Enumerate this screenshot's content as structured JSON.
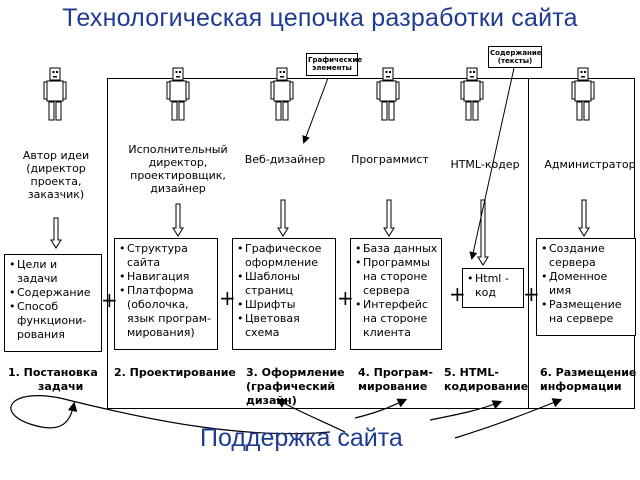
{
  "title": "Технологическая цепочка разработки сайта",
  "roles": [
    {
      "lines": [
        "Автор идеи",
        "(директор",
        "проекта,",
        "заказчик)"
      ]
    },
    {
      "lines": [
        "Исполнительный",
        "директор,",
        "проектировщик,",
        "дизайнер"
      ]
    },
    {
      "lines": [
        "Веб-дизайнер"
      ]
    },
    {
      "lines": [
        "Программист"
      ]
    },
    {
      "lines": [
        "HTML-кодер"
      ]
    },
    {
      "lines": [
        "Администратор"
      ]
    }
  ],
  "notes": {
    "graphic": [
      "Графические",
      "элементы"
    ],
    "content": [
      "Содержание",
      "(тексты)"
    ]
  },
  "boxes": [
    {
      "items": [
        "Цели и задачи",
        "Содержание",
        "Способ функциони-рования"
      ]
    },
    {
      "items": [
        "Структура сайта",
        "Навигация",
        "Платформа (оболочка, язык програм-мирования)"
      ]
    },
    {
      "items": [
        "Графическое оформление",
        "Шаблоны страниц",
        "Шрифты",
        "Цветовая схема"
      ]
    },
    {
      "items": [
        "База данных",
        "Программы на стороне сервера",
        "Интерфейс на стороне клиента"
      ]
    },
    {
      "items": [
        "Html - код"
      ]
    },
    {
      "items": [
        "Создание сервера",
        "Доменное имя",
        "Размещение на сервере"
      ]
    }
  ],
  "plus_sign": "+",
  "stages": [
    {
      "lines": [
        "1. Постановка",
        "задачи"
      ]
    },
    {
      "lines": [
        "2. Проектирование"
      ]
    },
    {
      "lines": [
        "3. Оформление",
        "(графический",
        "дизайн)"
      ]
    },
    {
      "lines": [
        "4. Програм-",
        "мирование"
      ]
    },
    {
      "lines": [
        "5. HTML-",
        "кодирование"
      ]
    },
    {
      "lines": [
        "6. Размещение",
        "информации"
      ]
    }
  ],
  "support": "Поддержка сайта",
  "icons": [
    "person-icon",
    "plus-icon",
    "arrow-icon"
  ]
}
